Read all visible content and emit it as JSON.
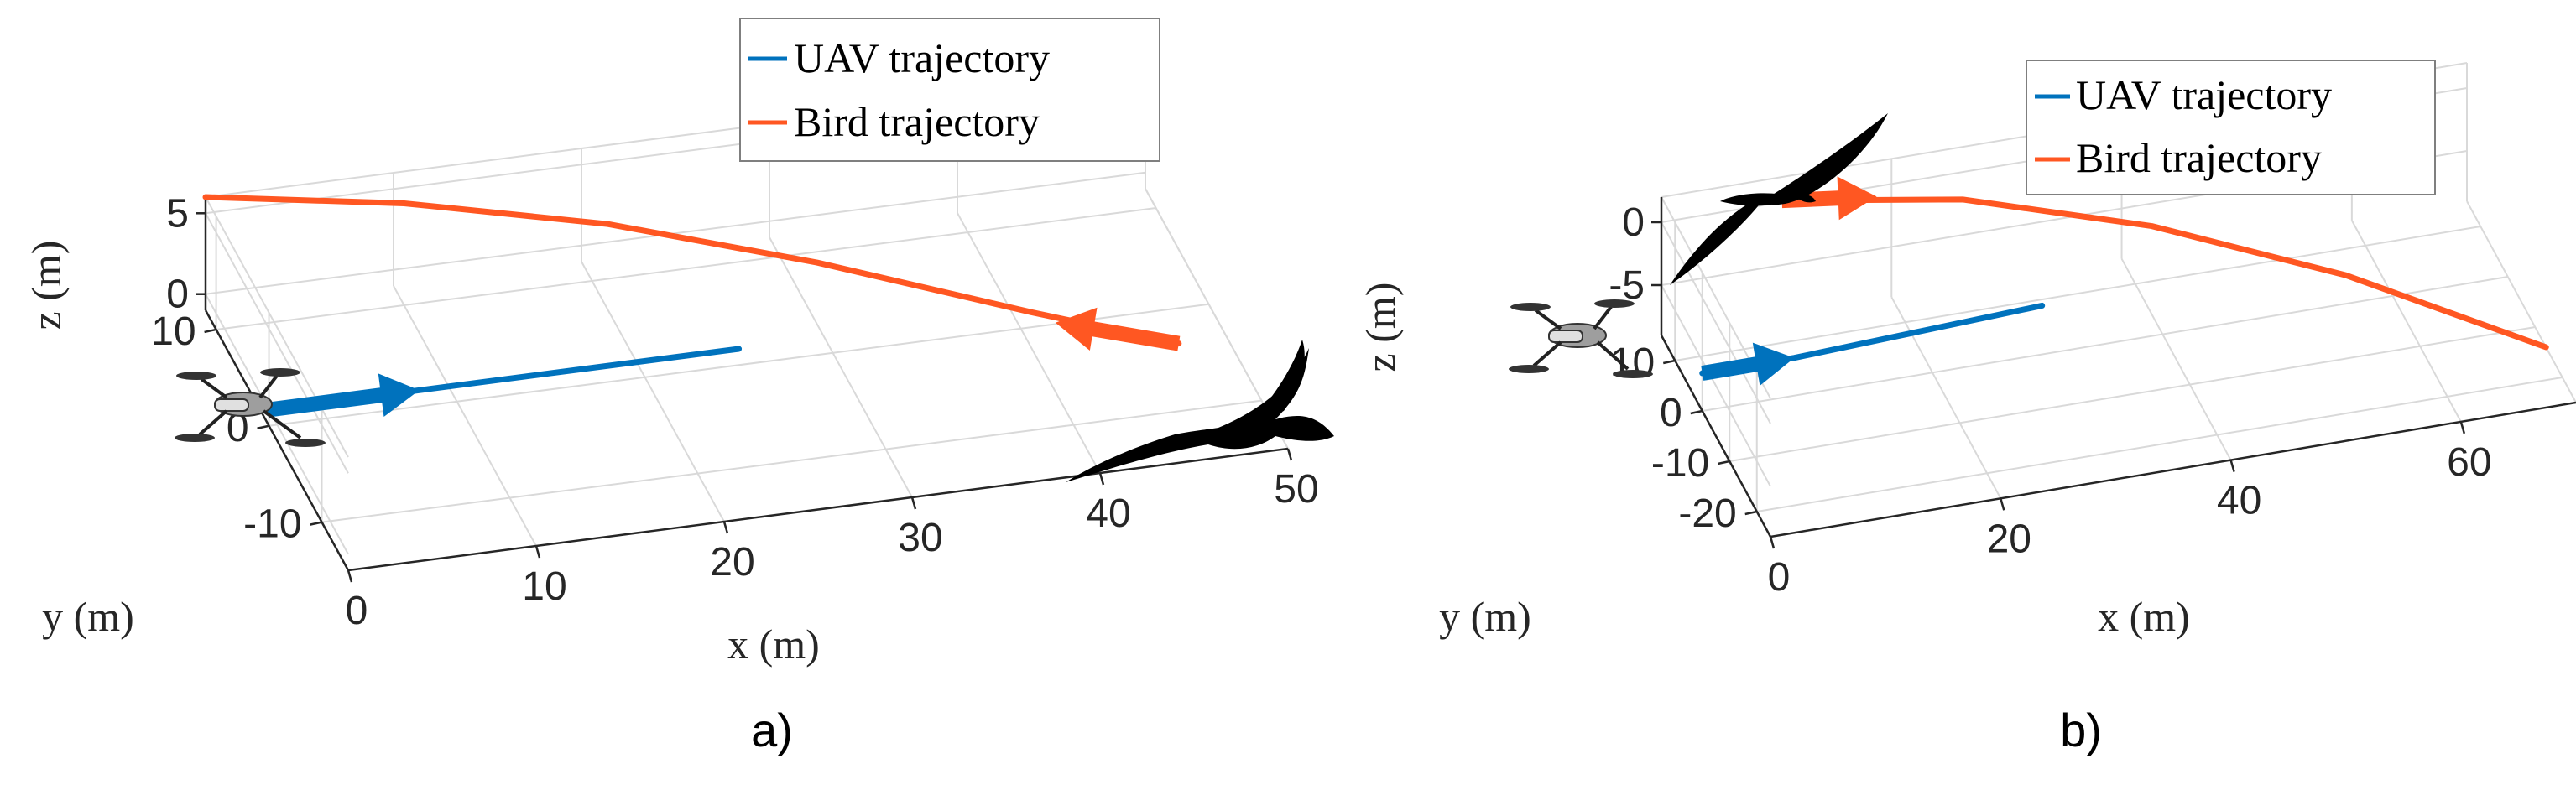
{
  "colors": {
    "uav": "#0072BD",
    "bird": "#FF5722",
    "axis": "#262626",
    "grid": "#d9d9d9"
  },
  "chart_data": [
    {
      "panel": "a)",
      "type": "line",
      "view": "3d",
      "xlabel": "x (m)",
      "ylabel": "y (m)",
      "zlabel": "z (m)",
      "x_ticks": [
        "0",
        "10",
        "20",
        "30",
        "40",
        "50"
      ],
      "y_ticks": [
        "-10",
        "0",
        "10"
      ],
      "z_ticks": [
        "0",
        "5"
      ],
      "xlim": [
        0,
        50
      ],
      "ylim": [
        -15,
        12
      ],
      "zlim": [
        -1,
        6
      ],
      "grid": true,
      "legend": {
        "placement": "top-center",
        "entries": [
          "UAV trajectory",
          "Bird trajectory"
        ]
      },
      "series": [
        {
          "name": "UAV trajectory",
          "color": "#0072BD",
          "points": [
            [
              0,
              0,
              0
            ],
            [
              8,
              0,
              0
            ],
            [
              25,
              0,
              0
            ]
          ]
        },
        {
          "name": "Bird trajectory",
          "color": "#FF5722",
          "points": [
            [
              0,
              12,
              6
            ],
            [
              10,
              10,
              5.3
            ],
            [
              20,
              7,
              4.3
            ],
            [
              30,
              3,
              2.8
            ],
            [
              40,
              -2,
              1.2
            ],
            [
              47,
              -5,
              0
            ]
          ]
        }
      ],
      "markers": [
        {
          "name": "UAV",
          "icon": "drone-icon",
          "at": [
            0,
            0,
            0
          ],
          "arrow_to": [
            8,
            0,
            0
          ],
          "arrow_color": "#0072BD"
        },
        {
          "name": "Bird",
          "icon": "bird-icon",
          "at": [
            47,
            -5,
            0
          ],
          "arrow_to": [
            41,
            -3,
            1
          ],
          "arrow_color": "#FF5722"
        }
      ]
    },
    {
      "panel": "b)",
      "type": "line",
      "view": "3d",
      "xlabel": "x (m)",
      "ylabel": "y (m)",
      "zlabel": "z (m)",
      "x_ticks": [
        "0",
        "20",
        "40",
        "60"
      ],
      "y_ticks": [
        "-20",
        "-10",
        "0",
        "10"
      ],
      "z_ticks": [
        "-5",
        "0"
      ],
      "xlim": [
        0,
        70
      ],
      "ylim": [
        -25,
        15
      ],
      "zlim": [
        -9,
        2
      ],
      "grid": true,
      "legend": {
        "placement": "top-right",
        "entries": [
          "UAV trajectory",
          "Bird trajectory"
        ]
      },
      "series": [
        {
          "name": "UAV trajectory",
          "color": "#0072BD",
          "points": [
            [
              0,
              0,
              -6
            ],
            [
              8,
              0,
              -6
            ],
            [
              30,
              2,
              -6
            ]
          ]
        },
        {
          "name": "Bird trajectory",
          "color": "#FF5722",
          "points": [
            [
              10,
              13,
              1
            ],
            [
              25,
              10,
              0
            ],
            [
              40,
              4,
              -2
            ],
            [
              55,
              -4,
              -5
            ],
            [
              70,
              -14,
              -9
            ]
          ]
        }
      ],
      "markers": [
        {
          "name": "UAV",
          "icon": "drone-icon",
          "at": [
            0,
            0,
            -6
          ],
          "arrow_to": [
            8,
            0,
            -6
          ],
          "arrow_color": "#0072BD"
        },
        {
          "name": "Bird",
          "icon": "bird-icon",
          "at": [
            10,
            13,
            1
          ],
          "arrow_to": [
            18,
            12,
            0.5
          ],
          "arrow_color": "#FF5722"
        }
      ]
    }
  ]
}
